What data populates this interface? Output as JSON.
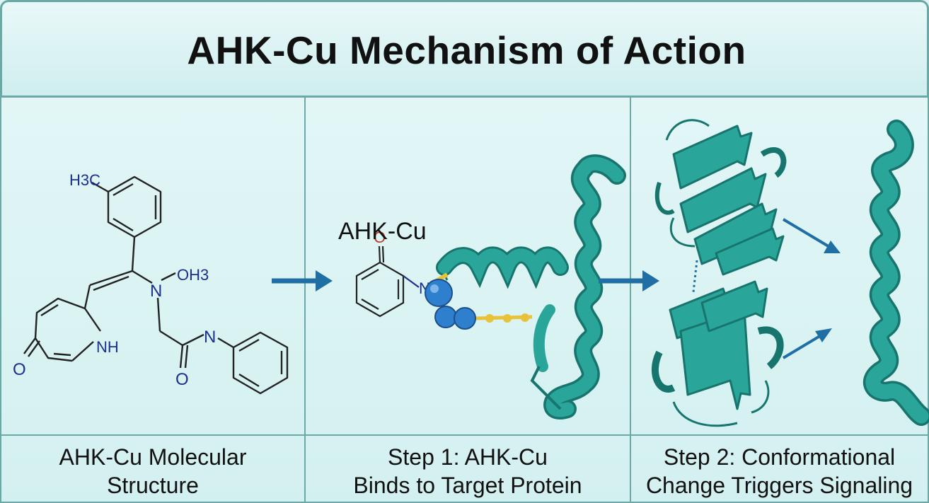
{
  "title": "AHK-Cu Mechanism of Action",
  "panels": [
    {
      "caption_line1": "AHK-Cu Molecular",
      "caption_line2": "Structure"
    },
    {
      "caption_line1": "Step 1: AHK-Cu",
      "caption_line2": "Binds to Target Protein"
    },
    {
      "caption_line1": "Step 2: Conformational",
      "caption_line2": "Change Triggers Signaling"
    }
  ],
  "molecule_labels": {
    "methyl": "H3C",
    "n_oh": "N",
    "oh3": "OH3",
    "nh": "NH",
    "o_left": "O",
    "o_amide": "O",
    "n_amide": "N"
  },
  "step1": {
    "compound_label": "AHK-Cu",
    "o_label": "O",
    "n_label": "N"
  },
  "colors": {
    "protein": "#2aa59a",
    "protein_dark": "#17756d",
    "arrow": "#1f6fa5",
    "sphere": "#2f7fcf",
    "linker": "#e8c33a",
    "nitrogen": "#1b2f8f",
    "oxygen": "#c0392b"
  }
}
